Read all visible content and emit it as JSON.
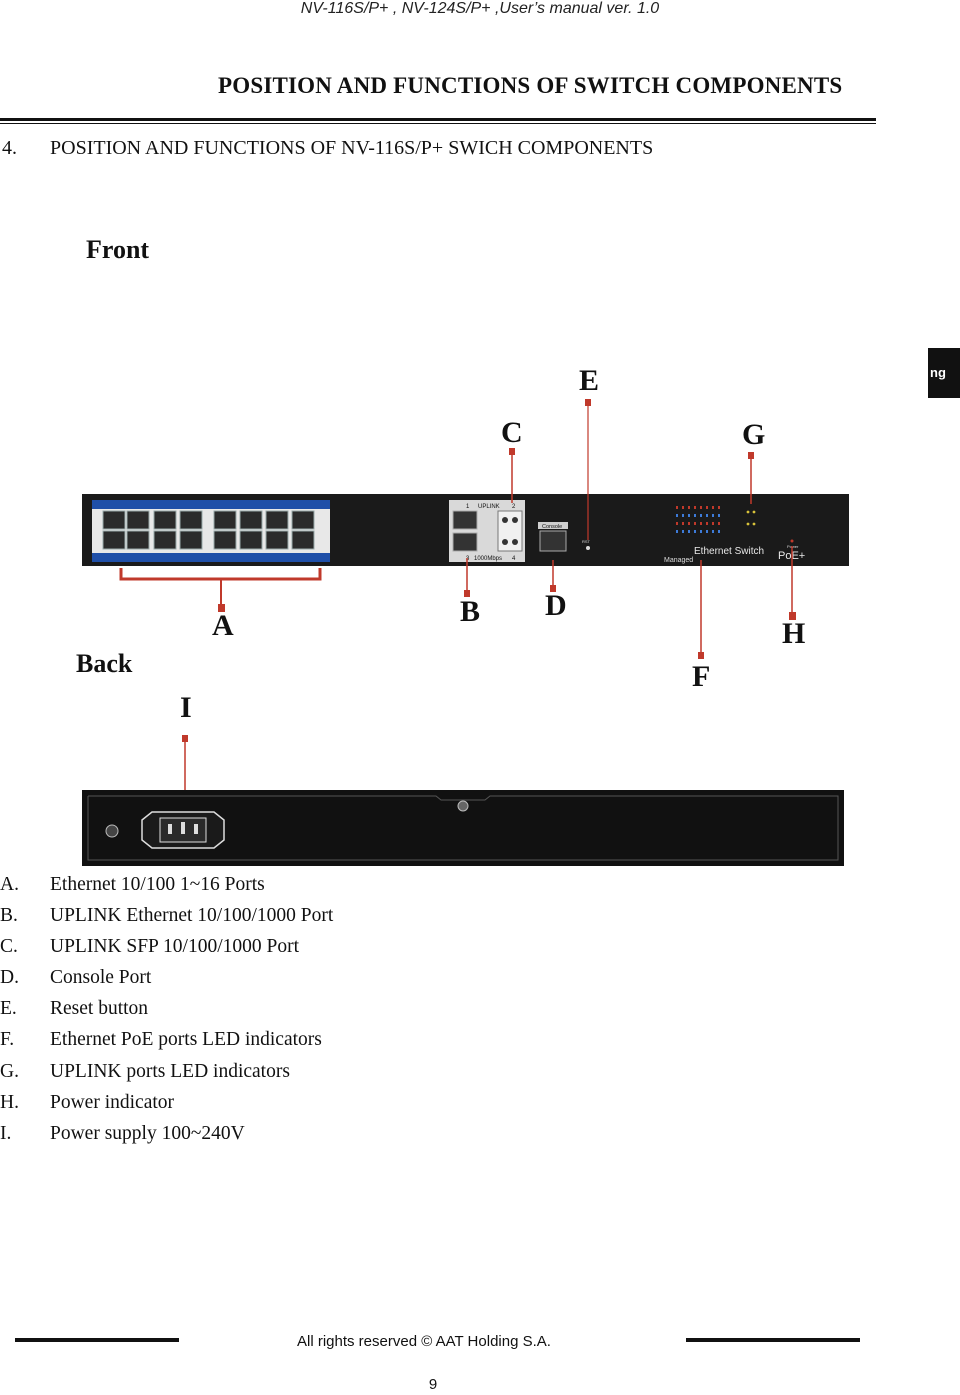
{
  "header": {
    "running_title": "NV-116S/P+ , NV-124S/P+ ,User’s manual ver. 1.0",
    "section_title": "POSITION AND FUNCTIONS OF SWITCH COMPONENTS"
  },
  "subheading": {
    "number": "4.",
    "text": "POSITION AND FUNCTIONS OF  NV-116S/P+  SWICH COMPONENTS"
  },
  "side_tab": {
    "text": "ng"
  },
  "front": {
    "label": "Front",
    "callouts": [
      "A",
      "B",
      "C",
      "D",
      "E",
      "F",
      "G",
      "H"
    ],
    "panel_text": {
      "uplink": "UPLINK",
      "port_1": "1",
      "port_2": "2",
      "port_3": "3",
      "port_4": "4",
      "speed": "1000Mbps",
      "console": "Console",
      "rst": "RST",
      "brand_small": "Managed",
      "device_name": "Ethernet Switch",
      "poe_badge": "PoE+",
      "power": "Power"
    }
  },
  "back": {
    "label": "Back",
    "callouts": [
      "I"
    ]
  },
  "legend": [
    {
      "letter": "A.",
      "text": "Ethernet 10/100 1~16 Ports"
    },
    {
      "letter": "B.",
      "text": "UPLINK Ethernet 10/100/1000 Port"
    },
    {
      "letter": "C.",
      "text": "UPLINK SFP 10/100/1000 Port"
    },
    {
      "letter": "D.",
      "text": "Console Port"
    },
    {
      "letter": "E.",
      "text": "Reset button"
    },
    {
      "letter": "F.",
      "text": "Ethernet PoE ports LED indicators"
    },
    {
      "letter": "G.",
      "text": "UPLINK ports LED indicators"
    },
    {
      "letter": "H.",
      "text": "Power indicator"
    },
    {
      "letter": "I.",
      "text": "Power supply 100~240V"
    }
  ],
  "footer": {
    "rights": "All rights reserved © AAT Holding S.A.",
    "page": "9"
  },
  "colors": {
    "callout_line": "#c0392b",
    "panel": "#1a1a1a",
    "port_blue": "#1f4fa8"
  }
}
